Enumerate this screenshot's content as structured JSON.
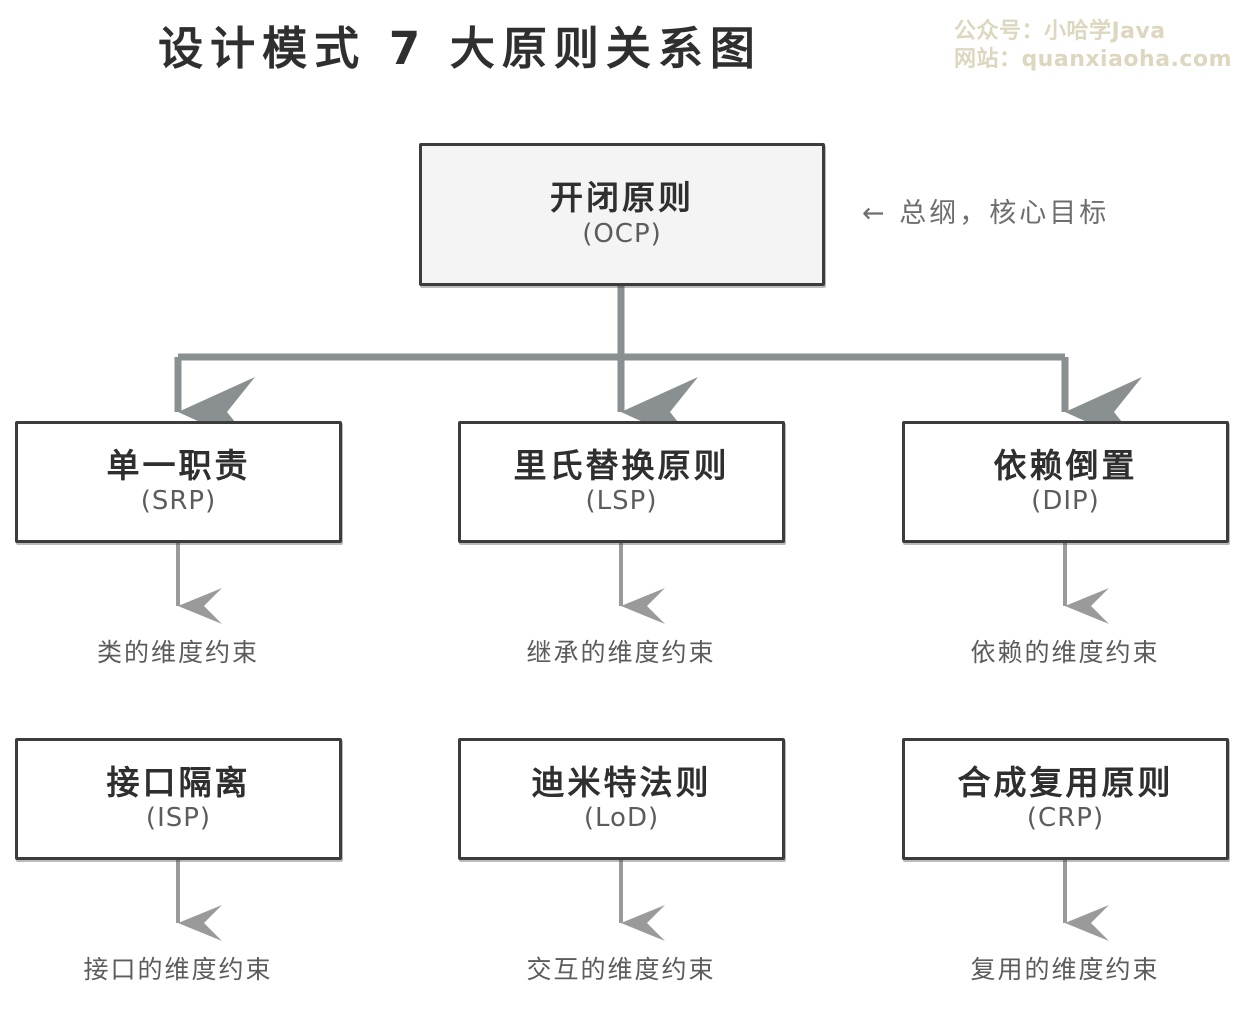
{
  "title": "设计模式 7 大原则关系图",
  "watermark": {
    "line1": "公众号：小哈学Java",
    "line2": "网站：quanxiaoha.com",
    "color": "#ddd7c0"
  },
  "colors": {
    "background": "#ffffff",
    "box_border": "#3c3c3c",
    "root_box_fill": "#f4f4f4",
    "box_fill": "#ffffff",
    "text_primary": "#2f2f2f",
    "text_secondary": "#5c5c5c",
    "connector": "#8a8f92",
    "arrow_thin": "#9a9a9a"
  },
  "root": {
    "cn": "开闭原则",
    "en": "(OCP)",
    "annotation": "← 总纲，核心目标"
  },
  "row1": [
    {
      "cn": "单一职责",
      "en": "(SRP)",
      "caption": "类的维度约束"
    },
    {
      "cn": "里氏替换原则",
      "en": "(LSP)",
      "caption": "继承的维度约束"
    },
    {
      "cn": "依赖倒置",
      "en": "(DIP)",
      "caption": "依赖的维度约束"
    }
  ],
  "row2": [
    {
      "cn": "接口隔离",
      "en": "(ISP)",
      "caption": "接口的维度约束"
    },
    {
      "cn": "迪米特法则",
      "en": "(LoD)",
      "caption": "交互的维度约束"
    },
    {
      "cn": "合成复用原则",
      "en": "(CRP)",
      "caption": "复用的维度约束"
    }
  ],
  "connectors": {
    "trunk_label": "ocp-to-branch-trunk",
    "bus_label": "branch-horizontal-bus",
    "arrows": [
      "arrow-to-srp",
      "arrow-to-lsp",
      "arrow-to-dip",
      "arrow-srp-to-caption",
      "arrow-lsp-to-caption",
      "arrow-dip-to-caption",
      "arrow-isp-to-caption",
      "arrow-lod-to-caption",
      "arrow-crp-to-caption"
    ]
  }
}
